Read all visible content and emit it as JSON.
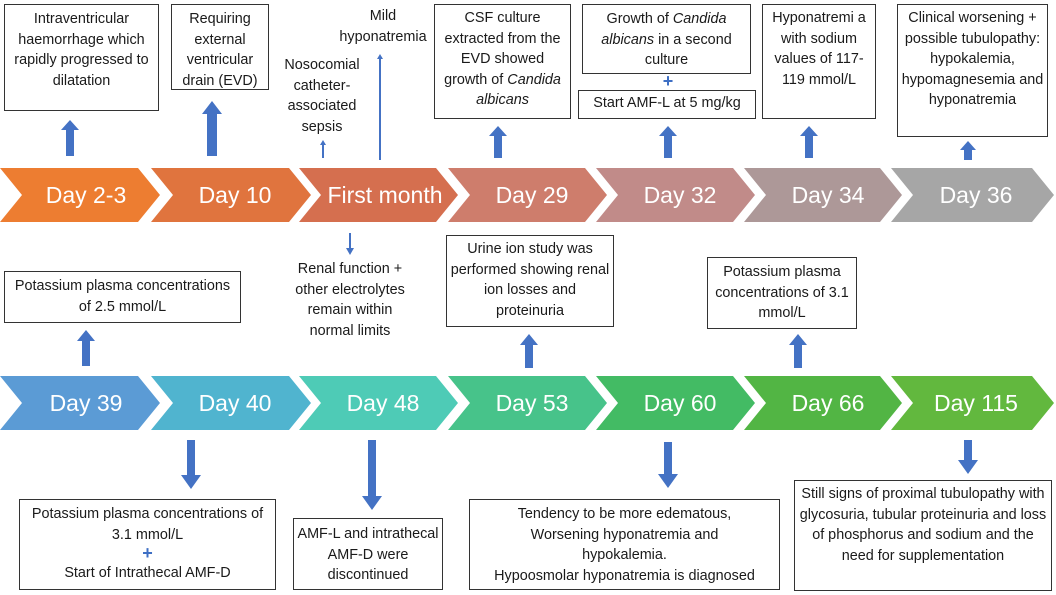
{
  "colors": {
    "arrow": "#4472c4",
    "row1": [
      "#ed7d31",
      "#e0743e",
      "#d56f4f",
      "#ce7d6c",
      "#c18b89",
      "#ad9898",
      "#a6a6a6"
    ],
    "row2": [
      "#5b9bd5",
      "#50b4cf",
      "#4ecbb6",
      "#47c38a",
      "#43bb64",
      "#52b544",
      "#62b83e"
    ]
  },
  "timeline": {
    "row1": [
      "Day 2-3",
      "Day 10",
      "First month",
      "Day 29",
      "Day 32",
      "Day 34",
      "Day 36"
    ],
    "row2": [
      "Day 39",
      "Day 40",
      "Day 48",
      "Day 53",
      "Day 60",
      "Day 66",
      "Day 115"
    ]
  },
  "events": {
    "day2_3": "Intraventricular haemorrhage which rapidly progressed to dilatation",
    "day10": "Requiring external ventricular drain (EVD)",
    "month_sepsis": "Nosocomial catheter-associated sepsis",
    "month_hyponatremia": "Mild hyponatremia",
    "month_renal": "Renal function + other electrolytes remain within normal limits",
    "day29_line1": "CSF culture extracted from the EVD showed growth of",
    "day29_italic": "Candida albicans",
    "day32_line_a": "Growth of ",
    "day32_italic": "Candida albicans",
    "day32_line_b": " in a second culture",
    "day32_plus": "+",
    "day32_start": "Start AMF-L at 5 mg/kg",
    "day34": "Hyponatremi a with sodium values of 117-119 mmol/L",
    "day36": "Clinical worsening + possible tubulopathy: hypokalemia, hypomagnesemia and hyponatremia",
    "day39": "Potassium plasma concentrations of 2.5 mmol/L",
    "day40_line1": "Potassium plasma concentrations of 3.1 mmol/L",
    "day40_plus": "+",
    "day40_line2": "Start of Intrathecal AMF-D",
    "day48": "AMF-L and intrathecal AMF-D were discontinued",
    "day53": "Urine ion study was performed showing renal ion losses and proteinuria",
    "day60_line1": "Tendency to be more edematous, Worsening hyponatremia and hypokalemia.",
    "day60_line2": "Hypoosmolar hyponatremia is diagnosed",
    "day66": "Potassium plasma concentrations of 3.1 mmol/L",
    "day115": "Still signs of proximal tubulopathy with glycosuria, tubular proteinuria and loss of phosphorus and sodium and the need for supplementation"
  }
}
